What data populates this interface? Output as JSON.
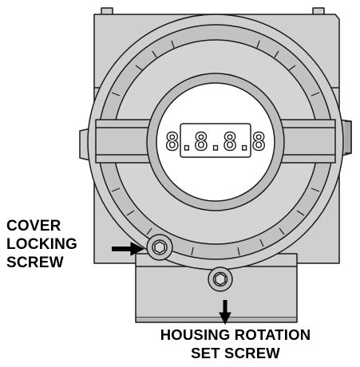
{
  "display": {
    "readout": "8.8.8.8"
  },
  "labels": {
    "cover_locking_screw": [
      "COVER",
      "LOCKING",
      "SCREW"
    ],
    "housing_rotation_set_screw": [
      "HOUSING ROTATION",
      "SET SCREW"
    ]
  },
  "colors": {
    "housing_fill": "#cfcfcf",
    "shadow_fill": "#9e9e9e",
    "line": "#1a1a1a",
    "display_fill": "#ffffff"
  }
}
